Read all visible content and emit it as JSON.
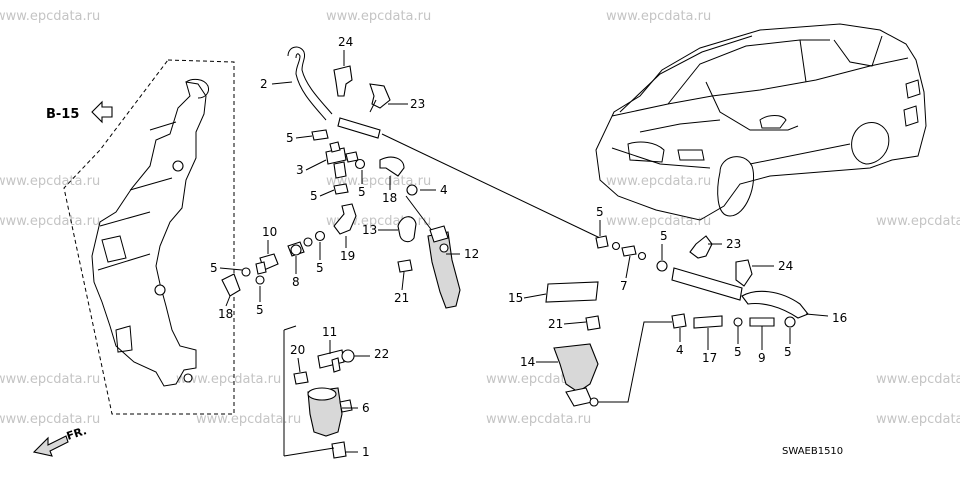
{
  "watermark": "www.epcdata.ru",
  "reference": {
    "label": "B-15"
  },
  "direction_label": "FR.",
  "diagram_code": "SWAEB1510",
  "callouts": {
    "c1": "1",
    "c2": "2",
    "c3": "3",
    "c4a": "4",
    "c4b": "4",
    "c5a": "5",
    "c5b": "5",
    "c5c": "5",
    "c5d": "5",
    "c5e": "5",
    "c5f": "5",
    "c5g": "5",
    "c5h": "5",
    "c5i": "5",
    "c6": "6",
    "c7": "7",
    "c8": "8",
    "c9": "9",
    "c10": "10",
    "c11": "11",
    "c12": "12",
    "c13": "13",
    "c14": "14",
    "c15": "15",
    "c16": "16",
    "c17": "17",
    "c18a": "18",
    "c18b": "18",
    "c19": "19",
    "c20": "20",
    "c21a": "21",
    "c21b": "21",
    "c22": "22",
    "c23a": "23",
    "c23b": "23",
    "c24a": "24",
    "c24b": "24"
  }
}
